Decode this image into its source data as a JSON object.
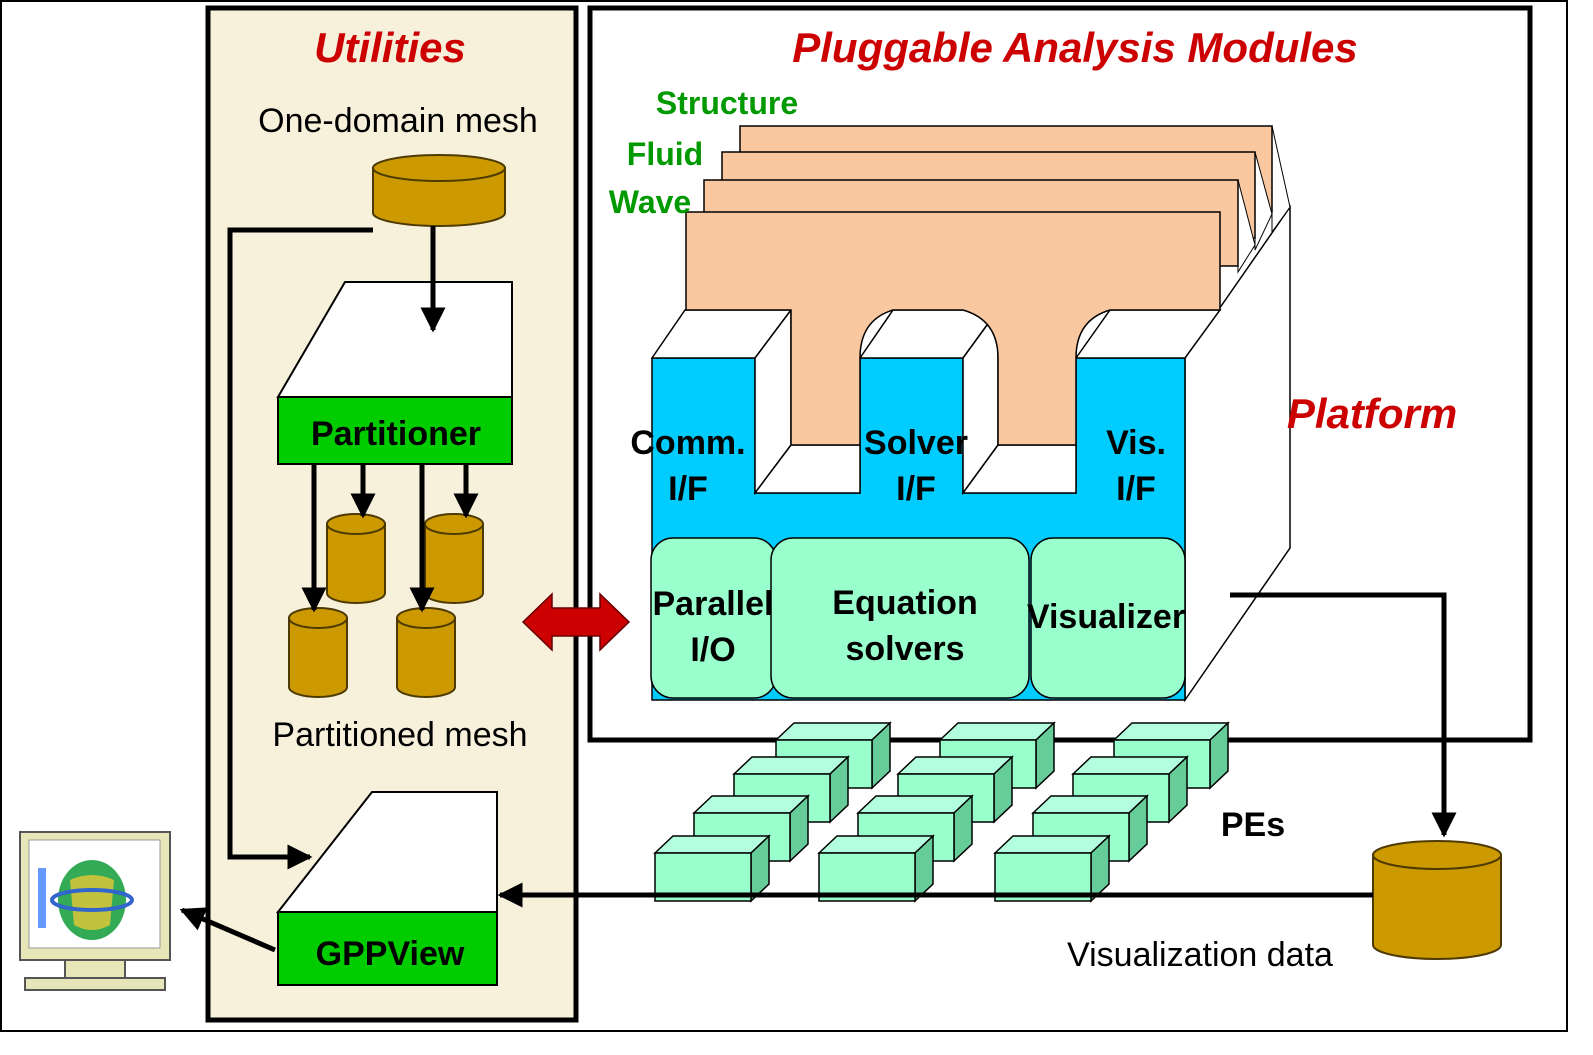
{
  "sections": {
    "utilities": "Utilities",
    "modules": "Pluggable Analysis Modules",
    "platform": "Platform"
  },
  "module_layers": [
    "Structure",
    "Fluid",
    "Wave"
  ],
  "interfaces": {
    "comm": [
      "Comm.",
      "I/F"
    ],
    "solver": [
      "Solver",
      "I/F"
    ],
    "vis": [
      "Vis.",
      "I/F"
    ]
  },
  "services": {
    "parallel_io": [
      "Parallel",
      "I/O"
    ],
    "equation_solvers": [
      "Equation",
      "solvers"
    ],
    "visualizer": "Visualizer"
  },
  "labels": {
    "one_domain_mesh": "One-domain mesh",
    "partitioner": "Partitioner",
    "partitioned_mesh": "Partitioned mesh",
    "gppview": "GPPView",
    "pes": "PEs",
    "visualization_data": "Visualization data"
  },
  "colors": {
    "title_red": "#cc0000",
    "module_green": "#009900",
    "utilities_bg": "#f7f1dc",
    "module_peach": "#fac8a0",
    "interface_cyan": "#00ccff",
    "service_mint": "#99ffcc",
    "box_green": "#00cc00",
    "database_gold": "#cc9900",
    "arrow_red": "#cc0000"
  },
  "icons": {
    "monitor": "monitor-icon",
    "database": "database-icon"
  }
}
